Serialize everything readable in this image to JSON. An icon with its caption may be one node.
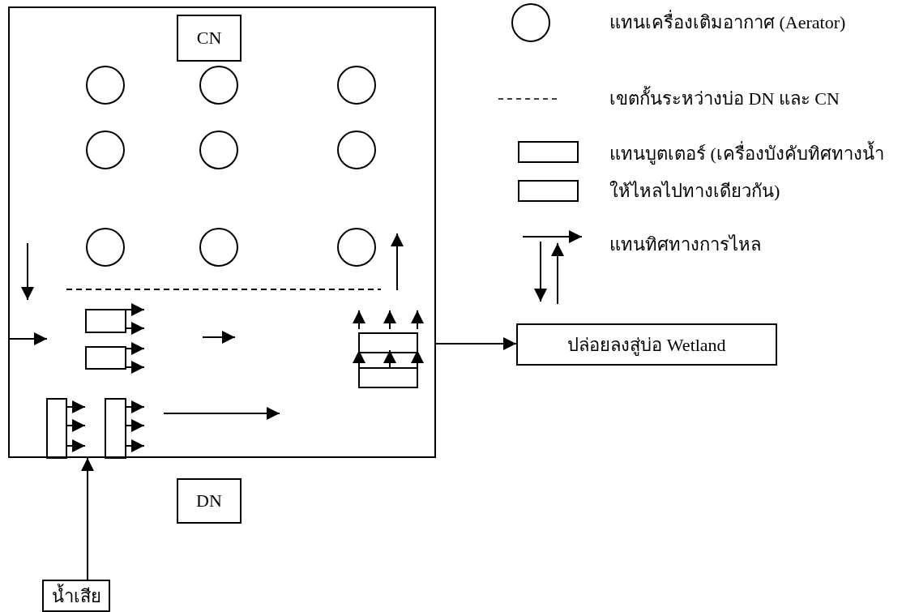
{
  "diagram": {
    "nodes": [
      {
        "text": [],
        "shape": "box"
      },
      {
        "text": [
          "CN"
        ],
        "in": 0
      },
      {
        "text": [
          "DN"
        ]
      },
      {
        "text": [
          "ปล่อยลงสู่บ่อ Wetland"
        ]
      },
      {
        "text": [
          "น้ำเสีย"
        ]
      }
    ],
    "edges": [
      {
        "from": 4,
        "to": 0,
        "arrow": "to"
      },
      {
        "from": 0,
        "to": 3,
        "arrow": "to"
      }
    ],
    "legend": [
      {
        "text": "แทนเครื่องเติมอากาศ (Aerator)"
      },
      {
        "text": "เขตกั้นระหว่างบ่อ DN และ CN"
      },
      {
        "text": "แทนบูตเตอร์ (เครื่องบังคับทิศทางน้ำให้ไหลไปทางเดียวกัน)"
      },
      {
        "text": "แทนทิศทางการไหล"
      }
    ]
  }
}
